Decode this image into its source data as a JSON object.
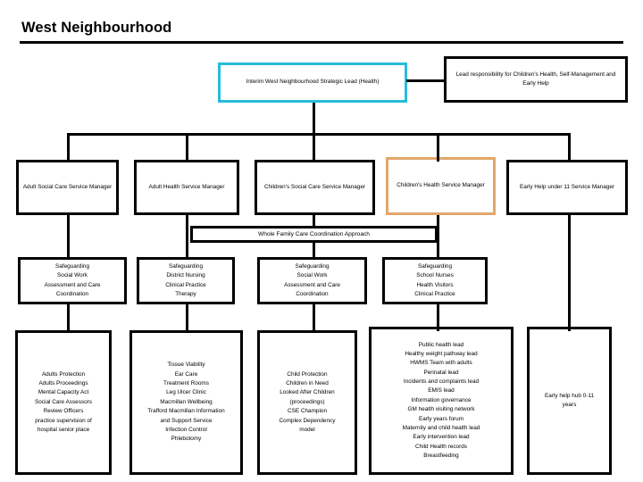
{
  "header": {
    "title": "West Neighbourhood"
  },
  "top": {
    "lead_box": "Interim West Neighbourhood Strategic Lead (Health)",
    "responsibility_box": "Lead responsibility for Children's Health, Self-Management and Early Help"
  },
  "managers": [
    {
      "label": "Adult Social Care Service Manager",
      "accent": "black"
    },
    {
      "label": "Adult Health Service Manager",
      "accent": "black"
    },
    {
      "label": "Children's Social Care Service Manager",
      "accent": "black"
    },
    {
      "label": "Children's Health Service Manager",
      "accent": "orange"
    },
    {
      "label": "Early Help under 11 Service Manager",
      "accent": "black"
    }
  ],
  "band": {
    "label": "Whole Family  Care Coordination Approach"
  },
  "functions": [
    {
      "label": "Safeguarding\nSocial Work\nAssessment and Care\nCoordination"
    },
    {
      "label": "Safeguarding\nDistrict Nursing\nClinical Practice\nTherapy"
    },
    {
      "label": "Safeguarding\nSocial Work\nAssessment and Care\nCoordination"
    },
    {
      "label": "Safeguarding\nSchool Nurses\nHealth Visitors\nClinical Practice"
    }
  ],
  "details": [
    {
      "label": "Adults Protection\nAdults Proceedings\nMental Capacity Act\nSocial Care Assessors\nReview Officers\npractice supervision of\nhospital senior place"
    },
    {
      "label": "Tissue Viability\nEar Care\nTreatment Rooms\nLeg Ulcer Clinic\nMacmillan Wellbeing\nTrafford Macmillan Information\nand Support Service\nInfection Control\nPhlebotomy"
    },
    {
      "label": "Child Protection\nChildren in Need\nLooked After Children\n(proceedings)\nCSE Champion\nComplex Dependency\nmodel"
    },
    {
      "label": "Public health lead\nHealthy weight pathway lead\nHWMS Team with adults\nPerinatal lead\nIncidents and complaints lead\nEMIS lead\nInformation governance\nGM health visiting network\nEarly years forum\nMaternity and child health lead\nEarly intervention lead\nChild Health records\nBreastfeeding"
    },
    {
      "label": "Early help hub 0-11\nyears"
    }
  ],
  "colors": {
    "line": "#000000",
    "cyan_accent": "#27bcd9",
    "orange_accent": "#e3a66a",
    "background": "#ffffff"
  }
}
